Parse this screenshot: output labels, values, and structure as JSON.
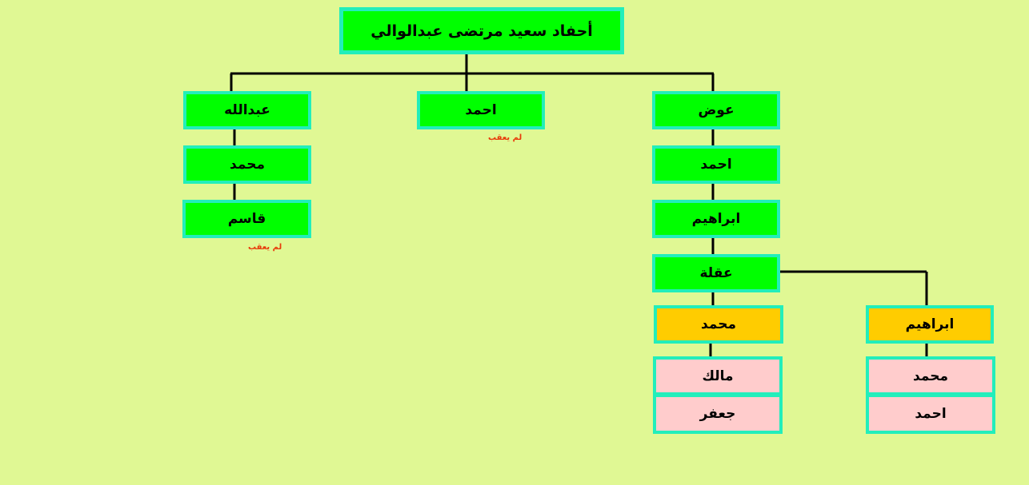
{
  "colors": {
    "background": "#e0f894",
    "node_green": "#00ff00",
    "node_gold": "#ffcc00",
    "node_pink": "#ffcccc",
    "border": "#22eebb",
    "note": "#e83a0a"
  },
  "title": "أحفاد سعيد مرتضى عبدالوالي",
  "branches": {
    "left": {
      "root": "عبدالله",
      "child": "محمد",
      "grandchild": "قاسم",
      "note": "لم يعقب"
    },
    "middle": {
      "root": "احمد",
      "note": "لم يعقب"
    },
    "right": {
      "root": "عوض",
      "gen2": "احمد",
      "gen3": "ابراهيم",
      "gen4": "عقلة",
      "sub_left": {
        "name": "محمد",
        "children": [
          "مالك",
          "جعفر"
        ]
      },
      "sub_right": {
        "name": "ابراهيم",
        "children": [
          "محمد",
          "احمد"
        ]
      }
    }
  }
}
